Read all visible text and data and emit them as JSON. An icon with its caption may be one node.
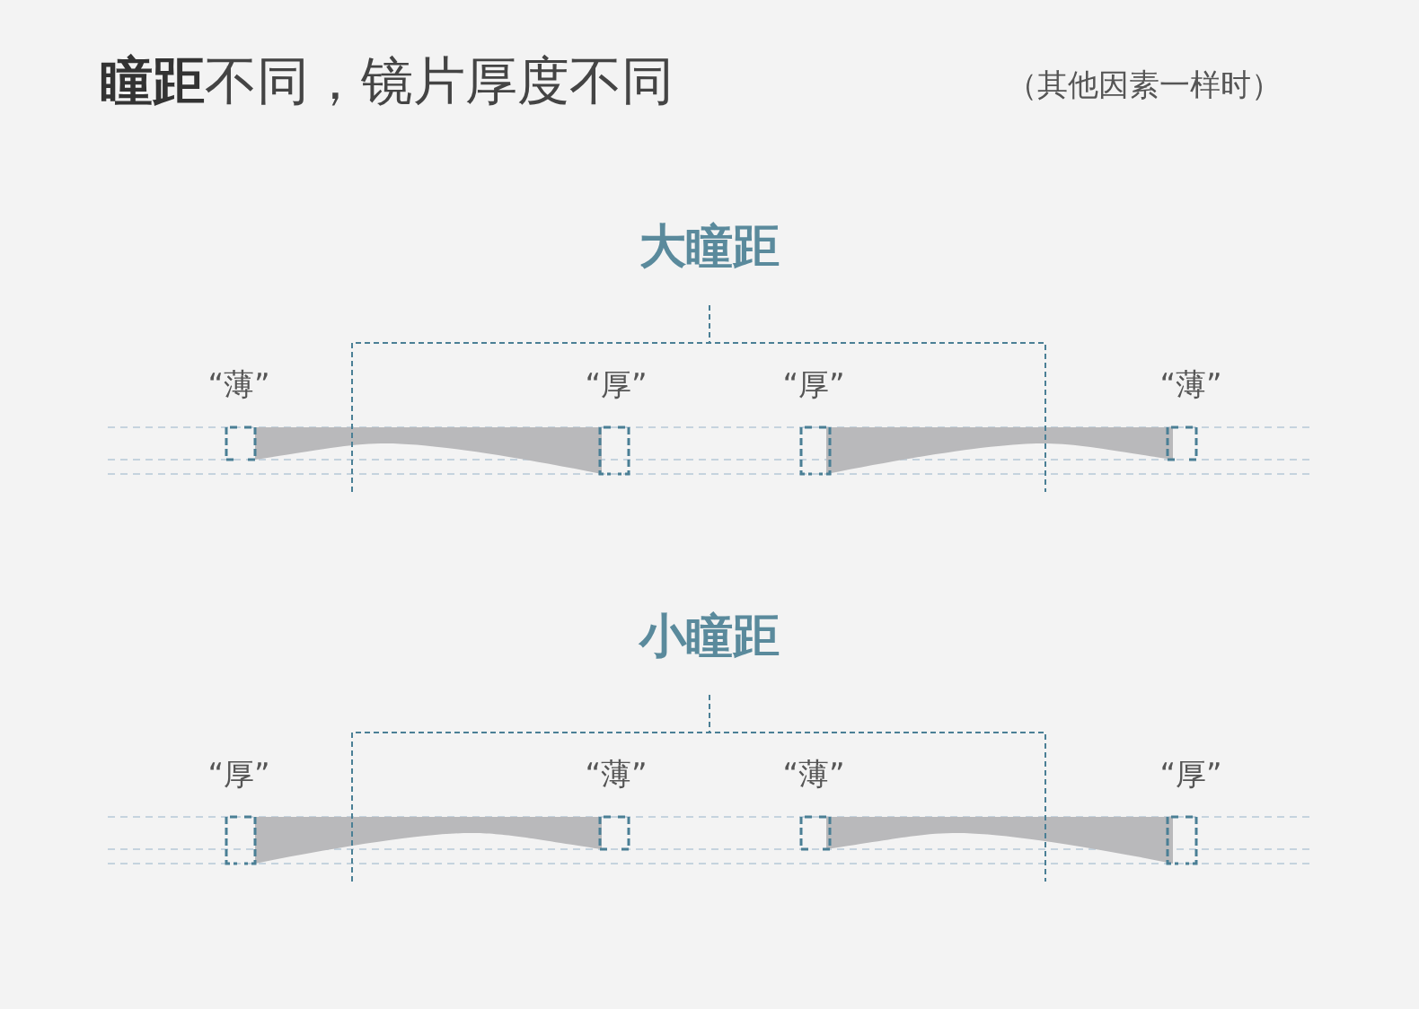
{
  "diagram": {
    "title": "**瞳距**不同，镜片厚度不同",
    "labels": [
      "（其他因素一样时）",
      "大瞳距",
      "“薄”",
      "“厚”",
      "“厚”",
      "“薄”",
      "小瞳距",
      "“厚”",
      "“薄”",
      "“薄”",
      "“厚”"
    ]
  }
}
